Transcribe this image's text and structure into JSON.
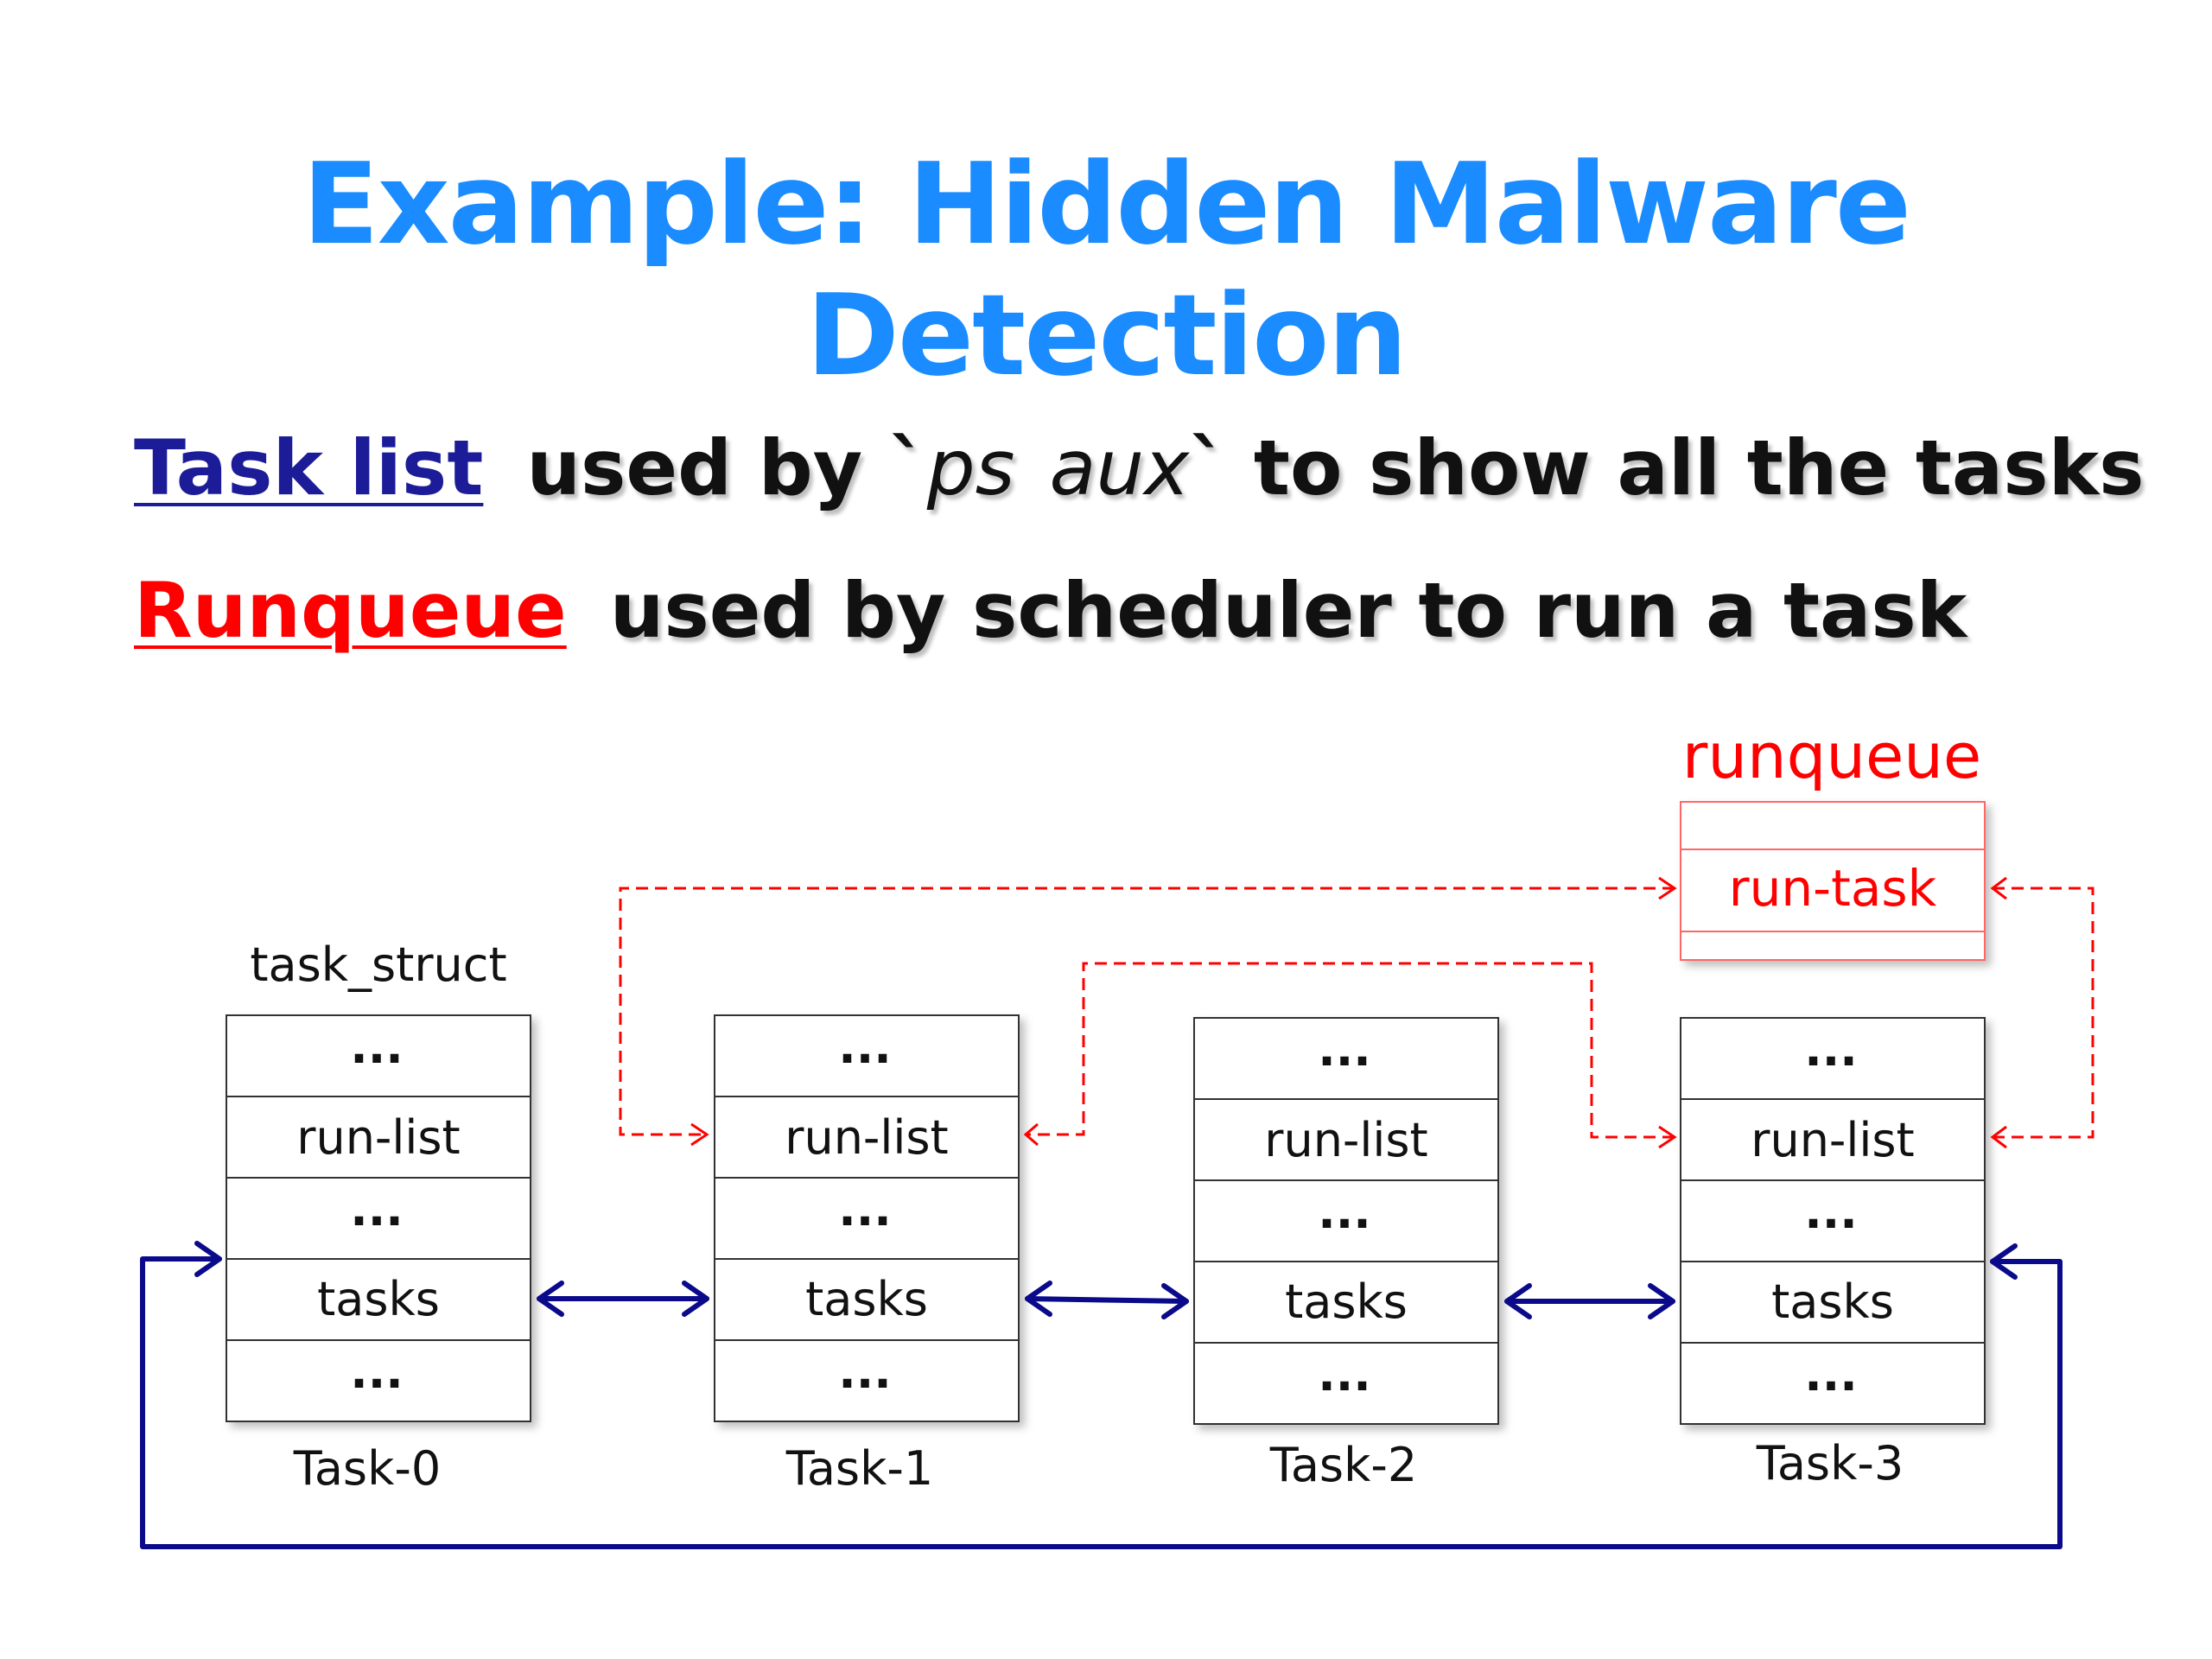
{
  "slide": {
    "title": "Example: Hidden Malware Detection",
    "line1": {
      "keyword": "Task list",
      "pre": "used by `",
      "cmd1": "ps",
      "cmd2": "aux",
      "post": "` to show all the tasks"
    },
    "line2": {
      "keyword": "Runqueue",
      "text": "used by scheduler to run a task"
    }
  },
  "diagram": {
    "struct_label": "task_struct",
    "runqueue": {
      "title": "runqueue",
      "entry": "run-task"
    },
    "tasks": [
      {
        "name": "Task-0",
        "fields": [
          "...",
          "run-list",
          "...",
          "tasks",
          "..."
        ]
      },
      {
        "name": "Task-1",
        "fields": [
          "...",
          "run-list",
          "...",
          "tasks",
          "..."
        ]
      },
      {
        "name": "Task-2",
        "fields": [
          "...",
          "run-list",
          "...",
          "tasks",
          "..."
        ]
      },
      {
        "name": "Task-3",
        "fields": [
          "...",
          "run-list",
          "...",
          "tasks",
          "..."
        ]
      }
    ],
    "colors": {
      "title": "#1a8cff",
      "task_list": "#1c1c99",
      "runqueue": "#ff0000",
      "arrow_blue": "#0a0a8a"
    }
  }
}
